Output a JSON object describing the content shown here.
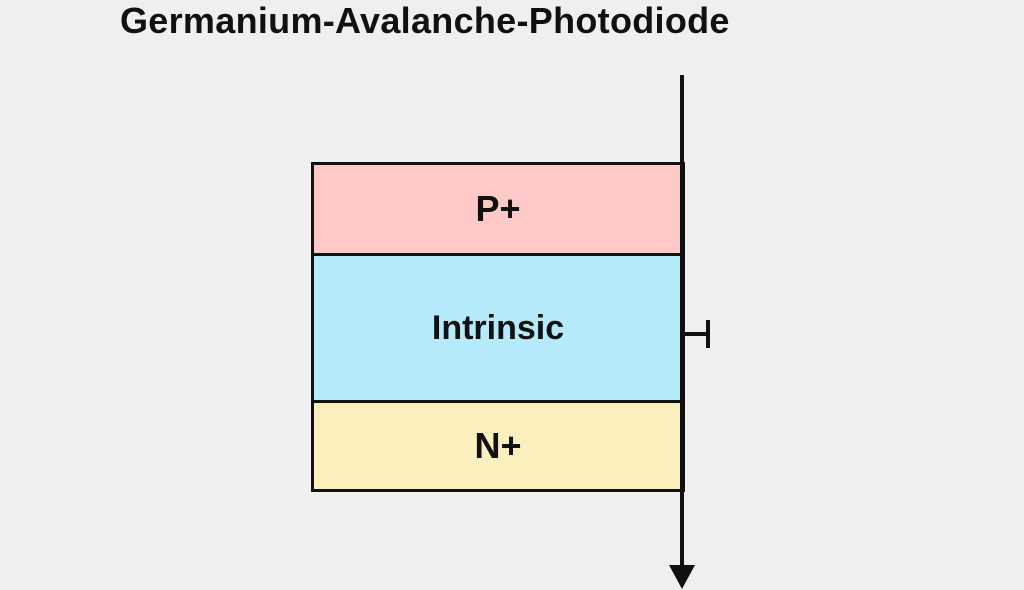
{
  "diagram": {
    "title": "Germanium-Avalanche-Photodiode",
    "layers": [
      {
        "id": "p",
        "label": "P+",
        "color": "#ffc9c7"
      },
      {
        "id": "i",
        "label": "Intrinsic",
        "color": "#b5eafa"
      },
      {
        "id": "n",
        "label": "N+",
        "color": "#fbf0bd"
      }
    ],
    "line_color": "#111111",
    "background": "#efefef"
  }
}
